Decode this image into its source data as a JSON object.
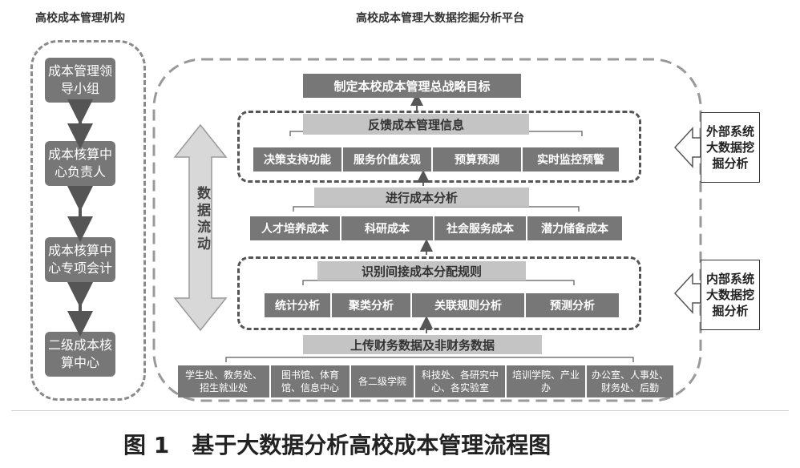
{
  "headers": {
    "left": "高校成本管理机构",
    "right": "高校成本管理大数据挖掘分析平台"
  },
  "org": [
    "成本管理领导小组",
    "成本核算中心负责人",
    "成本核算中心专项会计",
    "二级成本核算中心"
  ],
  "flow_label": "数据流动",
  "goal": "制定本校成本管理总战略目标",
  "feedback": {
    "title": "反馈成本管理信息",
    "items": [
      "决策支持功能",
      "服务价值发现",
      "预算预测",
      "实时监控预警"
    ]
  },
  "analysis": {
    "title": "进行成本分析",
    "items": [
      "人才培养成本",
      "科研成本",
      "社会服务成本",
      "潜力储备成本"
    ]
  },
  "rules": {
    "title": "识别间接成本分配规则",
    "items": [
      "统计分析",
      "聚类分析",
      "关联规则分析",
      "预测分析"
    ]
  },
  "upload": {
    "title": "上传财务数据及非财务数据",
    "sources": [
      "学生处、教务处、招生就业处",
      "图书馆、体育馆、信息中心",
      "各二级学院",
      "科技处、各研究中心、各实验室",
      "培训学院、产业办",
      "办公室、人事处、财务处、后勤"
    ]
  },
  "external": {
    "top": "外部系统大数据挖掘分析",
    "bottom": "内部系统大数据挖掘分析"
  },
  "caption": "图 1　基于大数据分析高校成本管理流程图",
  "colors": {
    "dark_box": "#777777",
    "light_box": "#c4c4c4",
    "dash": "#555555"
  }
}
